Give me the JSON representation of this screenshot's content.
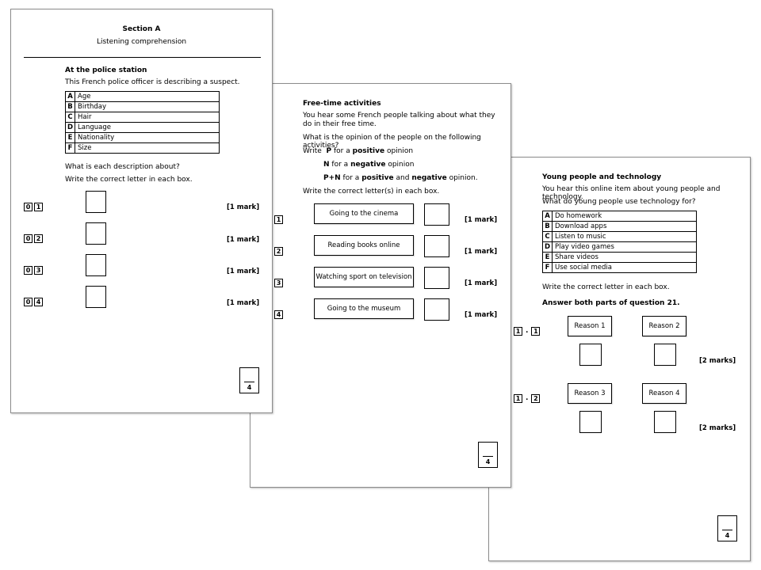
{
  "page1": {
    "section_title": "Section A",
    "section_subtitle": "Listening comprehension",
    "heading": "At the police station",
    "intro": "This French police officer is describing a suspect.",
    "options": [
      {
        "letter": "A",
        "text": "Age"
      },
      {
        "letter": "B",
        "text": "Birthday"
      },
      {
        "letter": "C",
        "text": "Hair"
      },
      {
        "letter": "D",
        "text": "Language"
      },
      {
        "letter": "E",
        "text": "Nationality"
      },
      {
        "letter": "F",
        "text": "Size"
      }
    ],
    "question": "What is each description about?",
    "instruction": "Write the correct letter in each box.",
    "items": [
      {
        "d1": "0",
        "d2": "1",
        "mark": "[1 mark]"
      },
      {
        "d1": "0",
        "d2": "2",
        "mark": "[1 mark]"
      },
      {
        "d1": "0",
        "d2": "3",
        "mark": "[1 mark]"
      },
      {
        "d1": "0",
        "d2": "4",
        "mark": "[1 mark]"
      }
    ],
    "score_total": "4"
  },
  "page2": {
    "heading": "Free-time activities",
    "intro": "You hear some French people talking about what they do in their free time.",
    "question": "What is the opinion of the people on the following activities?",
    "write_prefix": "Write",
    "p_code": "P",
    "p_for": "for a",
    "p_word": "positive",
    "p_suffix": "opinion",
    "n_code": "N",
    "n_for": "for a",
    "n_word": "negative",
    "n_suffix": "opinion",
    "pn_code": "P+N",
    "pn_for": "for a",
    "pn_word1": "positive",
    "pn_and": "and",
    "pn_word2": "negative",
    "pn_suffix": "opinion.",
    "instruction": "Write the correct letter(s) in each box.",
    "items": [
      {
        "num": "1",
        "label": "Going to the cinema",
        "mark": "[1 mark]"
      },
      {
        "num": "2",
        "label": "Reading books online",
        "mark": "[1 mark]"
      },
      {
        "num": "3",
        "label": "Watching sport on television",
        "mark": "[1 mark]"
      },
      {
        "num": "4",
        "label": "Going to the museum",
        "mark": "[1 mark]"
      }
    ],
    "score_total": "4"
  },
  "page3": {
    "heading": "Young people and technology",
    "intro": "You hear this online item about young people and technology.",
    "question": "What do young people use technology for?",
    "options": [
      {
        "letter": "A",
        "text": "Do homework"
      },
      {
        "letter": "B",
        "text": "Download apps"
      },
      {
        "letter": "C",
        "text": "Listen to music"
      },
      {
        "letter": "D",
        "text": "Play video games"
      },
      {
        "letter": "E",
        "text": "Share videos"
      },
      {
        "letter": "F",
        "text": "Use social media"
      }
    ],
    "instruction": "Write the correct letter in each box.",
    "answer_note": "Answer both parts of question 21.",
    "parts": [
      {
        "d1": "1",
        "sep": ".",
        "d2": "1",
        "reason_a": "Reason 1",
        "reason_b": "Reason 2",
        "mark": "[2 marks]"
      },
      {
        "d1": "1",
        "sep": ".",
        "d2": "2",
        "reason_a": "Reason 3",
        "reason_b": "Reason 4",
        "mark": "[2 marks]"
      }
    ],
    "score_total": "4"
  }
}
